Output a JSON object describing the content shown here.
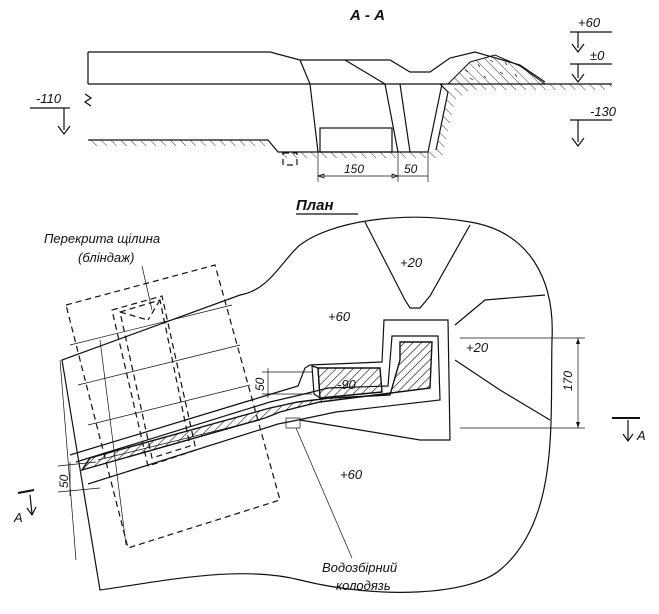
{
  "section": {
    "title": "А - А",
    "elev_plus60": "+60",
    "elev_zero": "±0",
    "elev_minus110": "-110",
    "elev_minus130": "-130",
    "dim_150": "150",
    "dim_50": "50"
  },
  "plan": {
    "title": "План",
    "covered_trench_line1": "Перекрита щілина",
    "covered_trench_line2": "(бліндаж)",
    "elev_plus20_top": "+20",
    "elev_plus60_upper": "+60",
    "elev_plus20_right": "+20",
    "elev_minus90": "-90",
    "elev_plus60_lower": "+60",
    "dim_50_mid": "50",
    "dim_50_left": "50",
    "dim_170": "170",
    "cut_mark_right": "A",
    "cut_mark_left": "A",
    "sump_line1": "Водозбірний",
    "sump_line2": "колодязь"
  }
}
